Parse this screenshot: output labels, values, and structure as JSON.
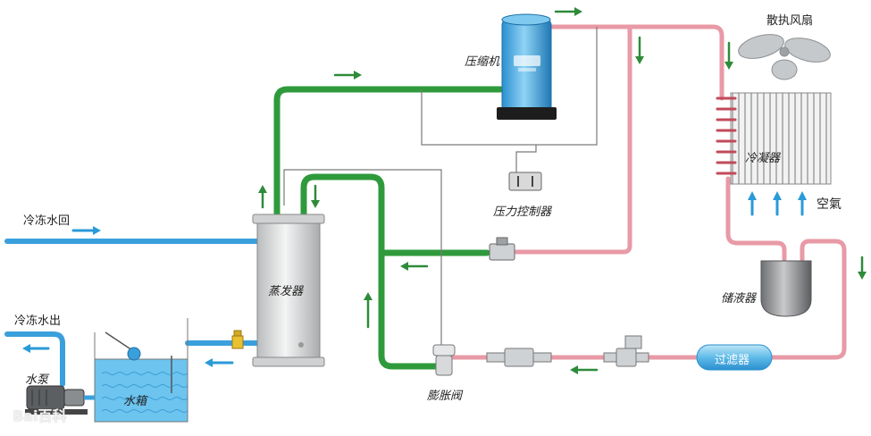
{
  "labels": {
    "compressor": "压缩机",
    "fan": "散执风扇",
    "condenser": "冷凝器",
    "air": "空氣",
    "pressure_controller": "压力控制器",
    "chilled_water_return": "冷冻水回",
    "chilled_water_out": "冷冻水出",
    "evaporator": "蒸发器",
    "receiver": "储液器",
    "pump": "水泵",
    "tank": "水箱",
    "filter": "过滤器",
    "expansion_valve": "膨胀阀"
  },
  "watermark": "Bai百科",
  "colors": {
    "refrigerant_hot": "#e89aa6",
    "refrigerant_suction": "#2f9a3c",
    "water": "#3aa0dc",
    "arrow_green": "#2e8b3a",
    "arrow_blue": "#2a9ad8"
  }
}
